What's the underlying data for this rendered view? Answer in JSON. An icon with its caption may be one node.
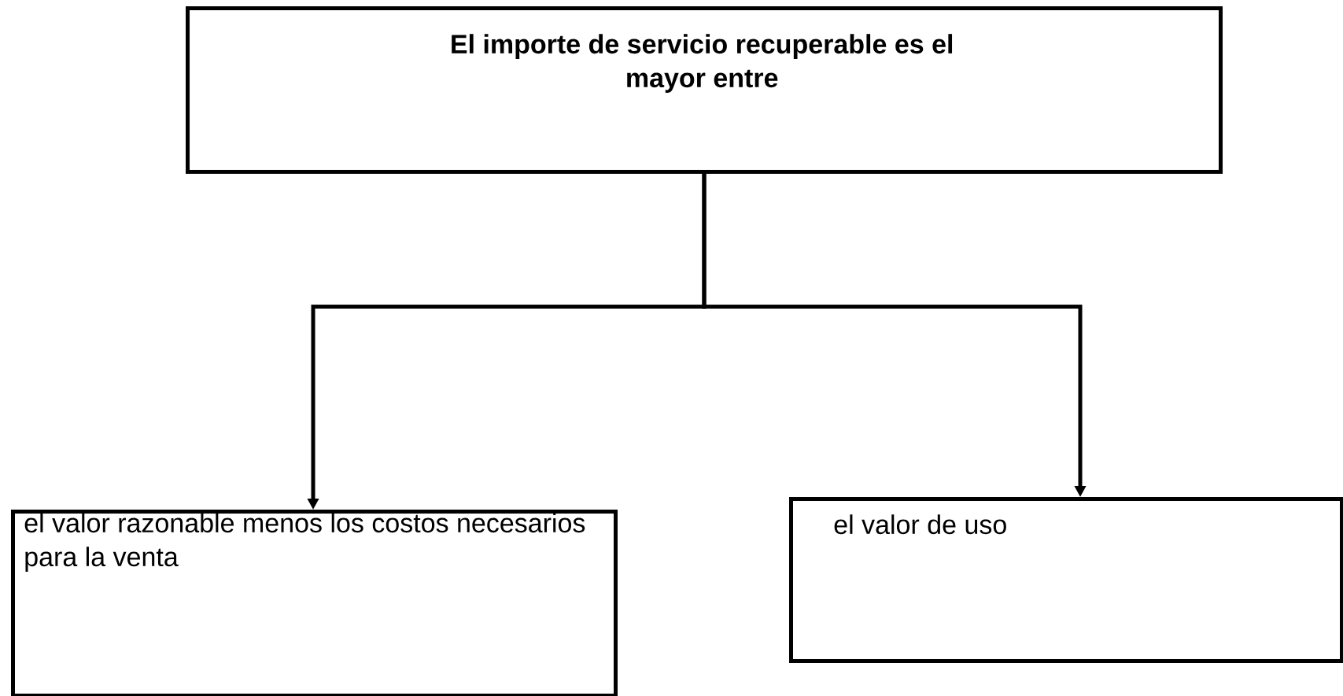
{
  "diagram": {
    "nodes": [
      {
        "text": [
          "**El importe de servicio recuperable es el mayor entre**"
        ]
      },
      {
        "text": [
          "el valor razonable menos los costos necesarios para la venta"
        ]
      },
      {
        "text": [
          "el valor de uso"
        ]
      }
    ],
    "edges": [
      {
        "from": 0,
        "to": 1,
        "arrow": "to"
      },
      {
        "from": 0,
        "to": 2,
        "arrow": "to"
      }
    ]
  }
}
